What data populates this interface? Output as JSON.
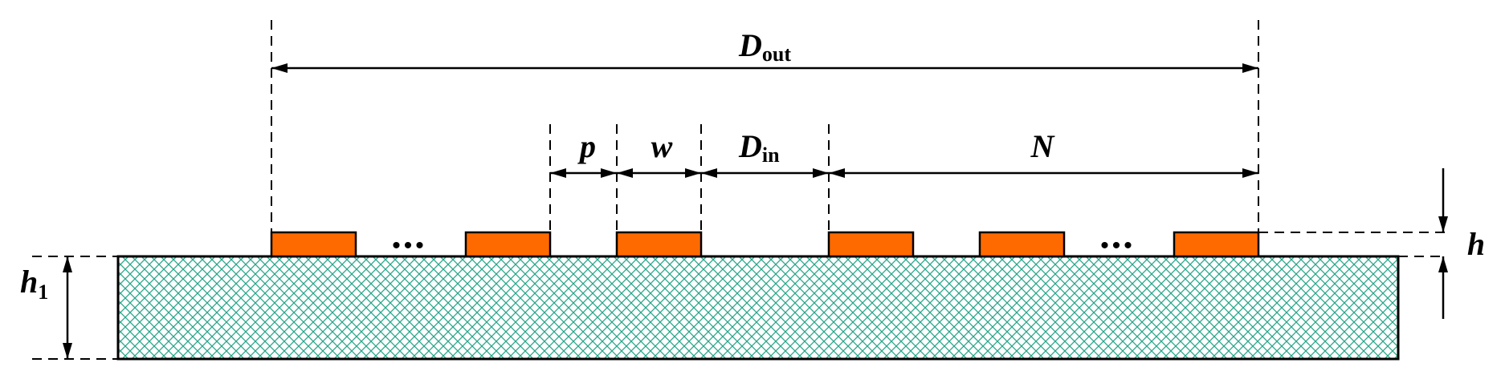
{
  "labels": {
    "d_out_main": "D",
    "d_out_sub": "out",
    "p": "p",
    "w": "w",
    "d_in_main": "D",
    "d_in_sub": "in",
    "n": "N",
    "h": "h",
    "h1_main": "h",
    "h1_sub": "1",
    "ellipsis_left": "•••",
    "ellipsis_right": "•••"
  },
  "colors": {
    "strip": "#ff6a00",
    "substrate_hatch": "#2aa58a",
    "substrate_fill": "#ffffff",
    "lines": "#000000"
  }
}
